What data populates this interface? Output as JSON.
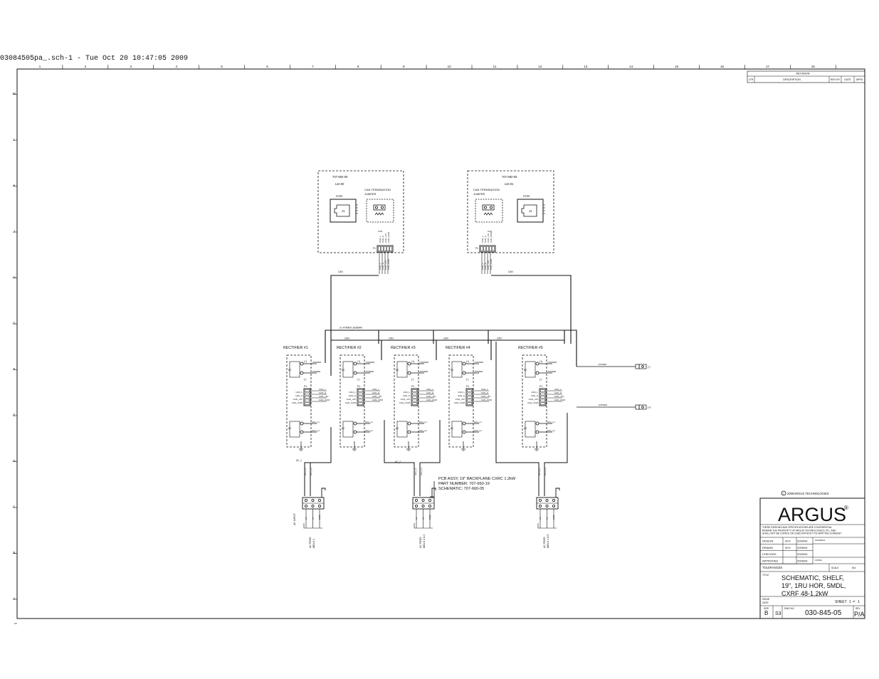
{
  "header": {
    "file_line": "03084505pa_.sch-1 - Tue Oct 20 10:47:05 2009"
  },
  "border": {
    "columns": [
      "1",
      "2",
      "3",
      "4",
      "5",
      "6",
      "7",
      "8",
      "9",
      "10",
      "11",
      "12",
      "13",
      "14",
      "15",
      "16",
      "17",
      "18"
    ],
    "rows": [
      "M",
      "L",
      "K",
      "J",
      "H",
      "G",
      "F",
      "E",
      "D",
      "C",
      "B",
      "A"
    ]
  },
  "revision": {
    "title": "REVISION",
    "headers": [
      "LTR",
      "DESCRIPTION",
      "REV BY",
      "DATE",
      "APPD"
    ]
  },
  "connector_boards": [
    {
      "part": "707-692-05",
      "list": "List 80",
      "can_label": "CAN",
      "term_label": "CAN TERMINATION",
      "jumper_label": "JUMPER",
      "jack_ref": "J1",
      "pins": [
        "CAN_L",
        "CAN_H",
        "CAN_+5V",
        "CAN_COM"
      ],
      "bus_label": "CAN"
    },
    {
      "part": "707-692-05",
      "list": "List 81",
      "can_label": "CAN",
      "term_label": "CAN TERMINATION",
      "jumper_label": "JUMPER",
      "jack_ref": "J1",
      "pins": [
        "CAN_L",
        "CAN_H",
        "CAN_+5V",
        "CAN_COM"
      ],
      "bus_label": "CAN"
    }
  ],
  "busbar_label": "(+) POWER_BUSBAR",
  "can_bus_labels": [
    "CAN",
    "CAN",
    "CAN",
    "CAN"
  ],
  "rectifiers": [
    {
      "title": "RECTIFIER #1"
    },
    {
      "title": "RECTIFIER #2"
    },
    {
      "title": "RECTIFIER #3"
    },
    {
      "title": "RECTIFIER #4"
    },
    {
      "title": "RECTIFIER #5"
    }
  ],
  "rectifier_pins": {
    "power": [
      "+POWER",
      "-POWER"
    ],
    "plus": "(+)",
    "minus": "(-)",
    "dc": "DC",
    "ac": "AC",
    "p1": "P1",
    "can": [
      "CAN_L",
      "CAN_H",
      "CAN_+5V",
      "CAN_COM"
    ],
    "ac_in": [
      "AC1_L1",
      "AC1_L2"
    ]
  },
  "outputs": [
    {
      "net": "-POWER",
      "terminal": "(-)"
    },
    {
      "net": "+POWER",
      "terminal": "(+)"
    }
  ],
  "ac_inputs": [
    {
      "net": "AC_1",
      "wires": [
        "AC1_L1",
        "AC1_L2"
      ],
      "label": "AC INPUT",
      "feed": [
        "AC FEED",
        "MDLS 1"
      ]
    },
    {
      "net": "AC_2",
      "wires": [
        "AC2_L1",
        "AC2_L2"
      ],
      "label": "",
      "feed": [
        "AC FEED",
        "MDLS 2 & 3"
      ]
    },
    {
      "net": "AC_3",
      "wires": [
        "AC3_L1",
        "AC3_L2"
      ],
      "label": "",
      "feed": [
        "AC FEED",
        "MDLS 4 & 5"
      ]
    }
  ],
  "ac_terminal_pins": [
    "L1",
    "L2",
    "GND"
  ],
  "assembly_note": {
    "line1": "PCB ASSY, 19\" BACKPLANE CXRC 1.2kW",
    "line2": "PART NUMBER:  707-660-19",
    "line3": "SCHEMATIC:   707-660-05"
  },
  "title_block": {
    "copyright": "2009ARGUS TECHNOLOGIES",
    "logo": "ARGUS",
    "confidential": [
      "THESE DESIGNS AND SPECIFICATIONS ARE CONFIDENTIAL",
      "REMAIN THE PROPERTY OF ARGUS TECHNOLOGIES LTD., AND",
      "SHALL NOT BE COPIED OR USED WITHOUT ITS WRITTEN CONSENT"
    ],
    "rows": [
      {
        "label": "DESIGN",
        "who": "W.H",
        "date": "2009/04",
        "extra": "MATERIAL"
      },
      {
        "label": "DRAWN",
        "who": "W.H",
        "date": "2009/04",
        "extra": ""
      },
      {
        "label": "CHECKED",
        "who": "",
        "date": "2009/04",
        "extra": ""
      },
      {
        "label": "APPROVED",
        "who": "",
        "date": "2009/04",
        "extra": "FINISH"
      }
    ],
    "tolerances": "TOLERANCES",
    "scale_label": "SCALE",
    "scale_value": "N/A",
    "title_label": "TITLE",
    "title_lines": [
      "SCHEMATIC,  SHELF,",
      "19\", 1RU HOR, 5MDL,",
      "CXRF 48-1.2kW"
    ],
    "issue_label": "ISSUE",
    "date_label": "DATE",
    "sheet_label": "SHEET",
    "sheet_num": "1",
    "sheet_of": "of",
    "sheet_total": "1",
    "size_label": "SIZE",
    "size": "B",
    "code": "S3",
    "dwg_label": "DWG NO.",
    "dwg_no": "030-845-05",
    "rev_label": "REV",
    "rev": "P/A"
  }
}
